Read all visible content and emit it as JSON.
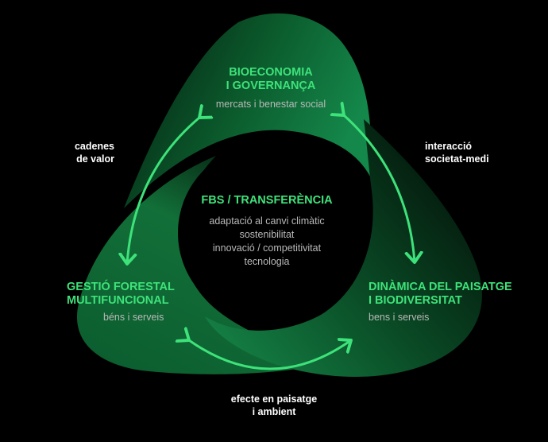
{
  "colors": {
    "background": "#000000",
    "accent": "#3ee27a",
    "petal_dark": "#062a16",
    "petal_light": "#0f6b36",
    "arrow": "#3ee27a"
  },
  "nodes": {
    "top": {
      "title_line1": "BIOECONOMIA",
      "title_line2": "I GOVERNANÇA",
      "subtitle": "mercats i benestar social"
    },
    "left": {
      "title_line1": "GESTIÓ FORESTAL",
      "title_line2": "MULTIFUNCIONAL",
      "subtitle": "béns i serveis"
    },
    "right": {
      "title_line1": "DINÀMICA DEL PAISATGE",
      "title_line2": "I BIODIVERSITAT",
      "subtitle": "bens i serveis"
    },
    "center": {
      "title": "FBS / TRANSFERÈNCIA",
      "lines": [
        "adaptació al canvi climàtic",
        "sostenibilitat",
        "innovació / competitivitat",
        "tecnologia"
      ]
    }
  },
  "connectors": {
    "left": {
      "line1": "cadenes",
      "line2": "de valor"
    },
    "right": {
      "line1": "interacció",
      "line2": "societat-medi"
    },
    "bottom": {
      "line1": "efecte en paisatge",
      "line2": "i ambient"
    }
  }
}
